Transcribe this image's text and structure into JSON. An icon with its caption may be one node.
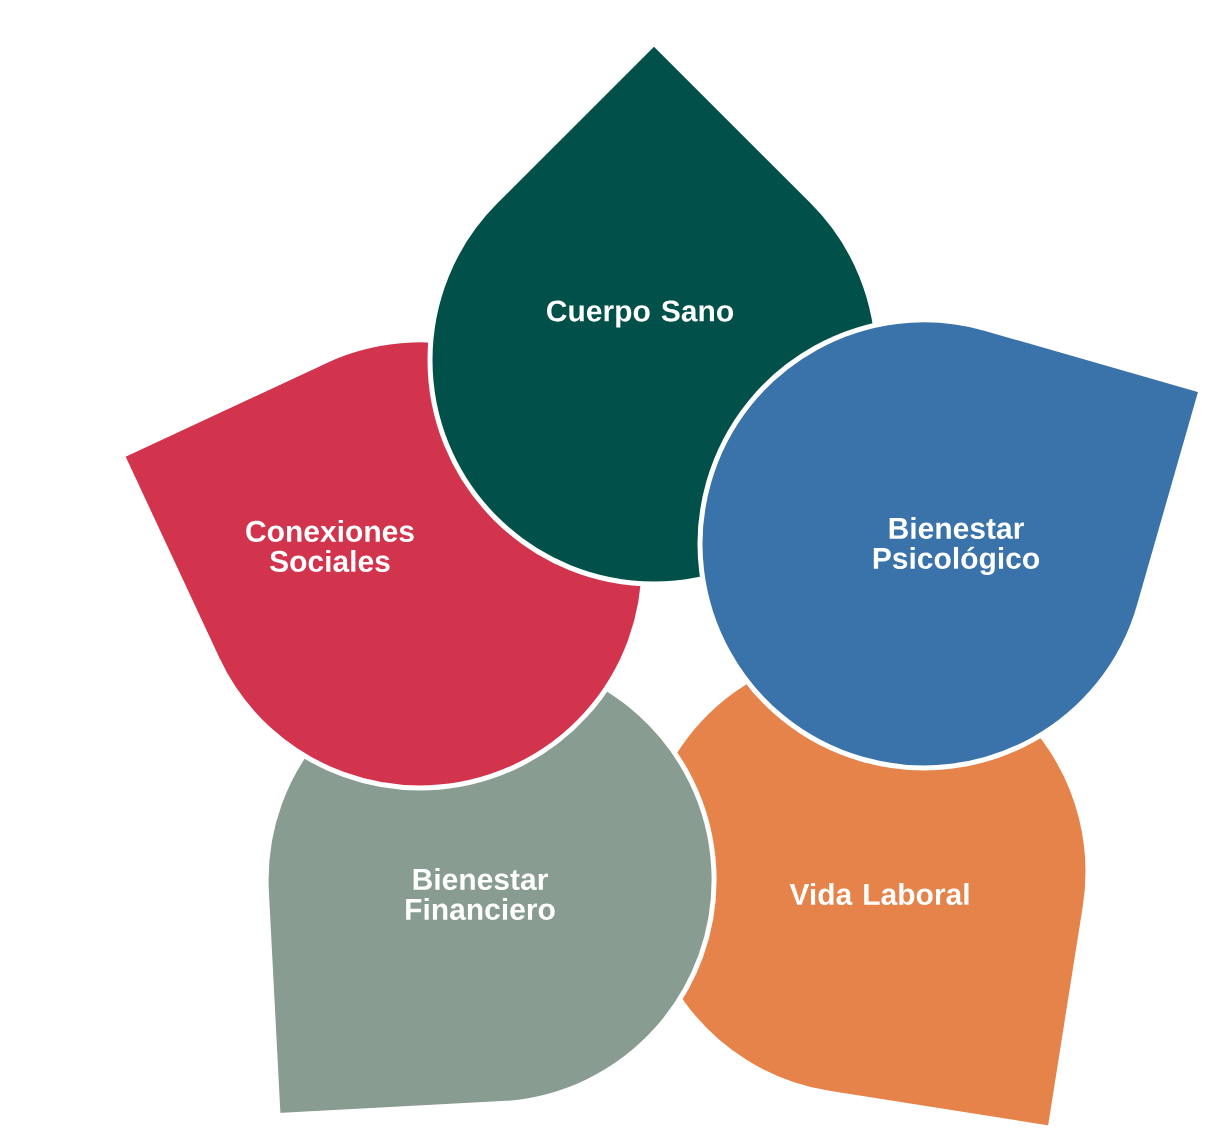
{
  "diagram": {
    "nodes": [
      {
        "text": [
          "Cuerpo Sano"
        ]
      },
      {
        "text": [
          "Conexiones Sociales"
        ]
      },
      {
        "text": [
          "Bienestar Psicológico"
        ]
      },
      {
        "text": [
          "Bienestar Financiero"
        ]
      },
      {
        "text": [
          "Vida Laboral"
        ]
      }
    ]
  }
}
